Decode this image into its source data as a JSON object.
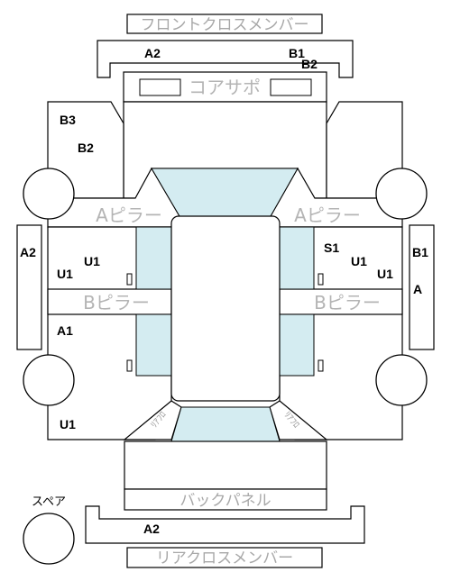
{
  "labels": {
    "front_cross_member": "フロントクロスメンバー",
    "core_support": "コアサポ",
    "a_pillar_left": "Aピラー",
    "a_pillar_right": "Aピラー",
    "b_pillar_left": "Bピラー",
    "b_pillar_right": "Bピラー",
    "back_panel": "バックパネル",
    "rear_cross_member": "リアクロスメンバー",
    "spare": "スペア",
    "rear_left_mark": "ﾘｱﾌﾛ",
    "rear_right_mark": "ﾘｱﾌﾛ"
  },
  "grades": {
    "front_member_left": "A2",
    "front_member_right_b1": "B1",
    "front_member_right_b2": "B2",
    "front_left_fender_b3": "B3",
    "front_left_fender_b2": "B2",
    "left_sill": "A2",
    "left_front_door_u1_a": "U1",
    "left_front_door_u1_b": "U1",
    "left_rear_door": "A1",
    "left_rear_quarter": "U1",
    "right_front_door_s1": "S1",
    "right_front_door_u1_a": "U1",
    "right_front_door_u1_b": "U1",
    "right_sill_b1": "B1",
    "right_sill_a": "A",
    "rear_member": "A2"
  }
}
